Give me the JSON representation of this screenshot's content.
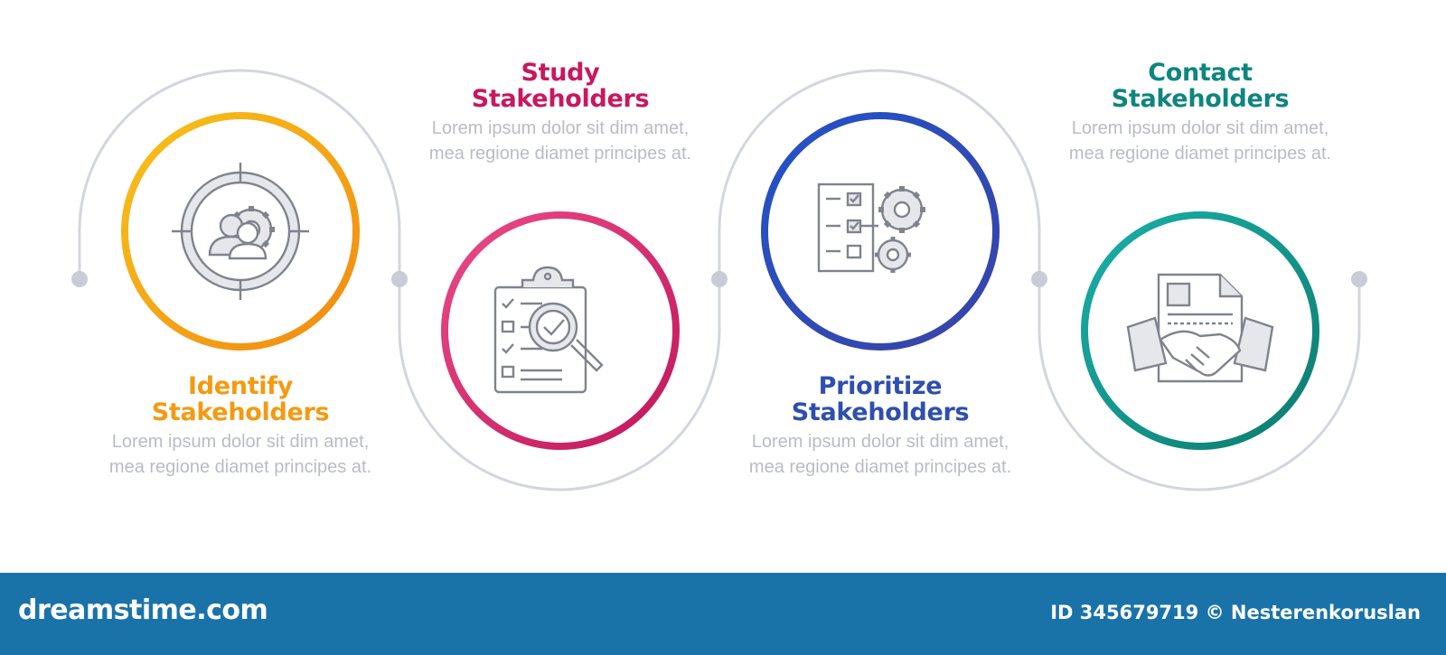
{
  "steps": [
    {
      "title_line1": "Identify",
      "title_line2": "Stakeholders",
      "description": "Lorem ipsum dolor sit dim amet, mea regione diamet principes at.",
      "color": "#f39a12",
      "icon": "target-people-gear-icon"
    },
    {
      "title_line1": "Study",
      "title_line2": "Stakeholders",
      "description": "Lorem ipsum dolor sit dim amet, mea regione diamet principes at.",
      "color": "#c8185f",
      "icon": "clipboard-magnifier-icon"
    },
    {
      "title_line1": "Prioritize",
      "title_line2": "Stakeholders",
      "description": "Lorem ipsum dolor sit dim amet, mea regione diamet principes at.",
      "color": "#2f4fae",
      "icon": "checklist-gears-icon"
    },
    {
      "title_line1": "Contact",
      "title_line2": "Stakeholders",
      "description": "Lorem ipsum dolor sit dim amet, mea regione diamet principes at.",
      "color": "#0f8580",
      "icon": "contract-handshake-icon"
    }
  ],
  "footer": {
    "brand": "dreamstime.com",
    "stock_id": "ID 345679719 © Nesterenkoruslan"
  }
}
